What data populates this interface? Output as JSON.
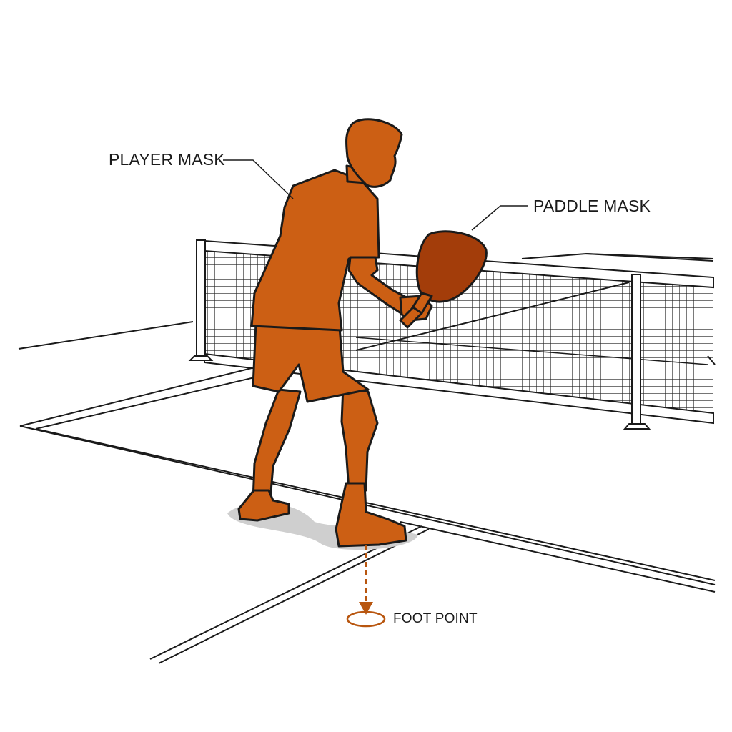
{
  "labels": {
    "player_mask": "PLAYER MASK",
    "paddle_mask": "PADDLE MASK",
    "foot_point": "FOOT POINT"
  },
  "colors": {
    "mask_orange": "#cc5f14",
    "paddle_face": "#a33d0a",
    "outline": "#1a1a1a",
    "shadow": "#cfcfcf",
    "marker": "#b8560f"
  },
  "icons": {
    "foot_point_marker": "ellipse-target-icon",
    "arrow": "dashed-down-arrow-icon"
  }
}
